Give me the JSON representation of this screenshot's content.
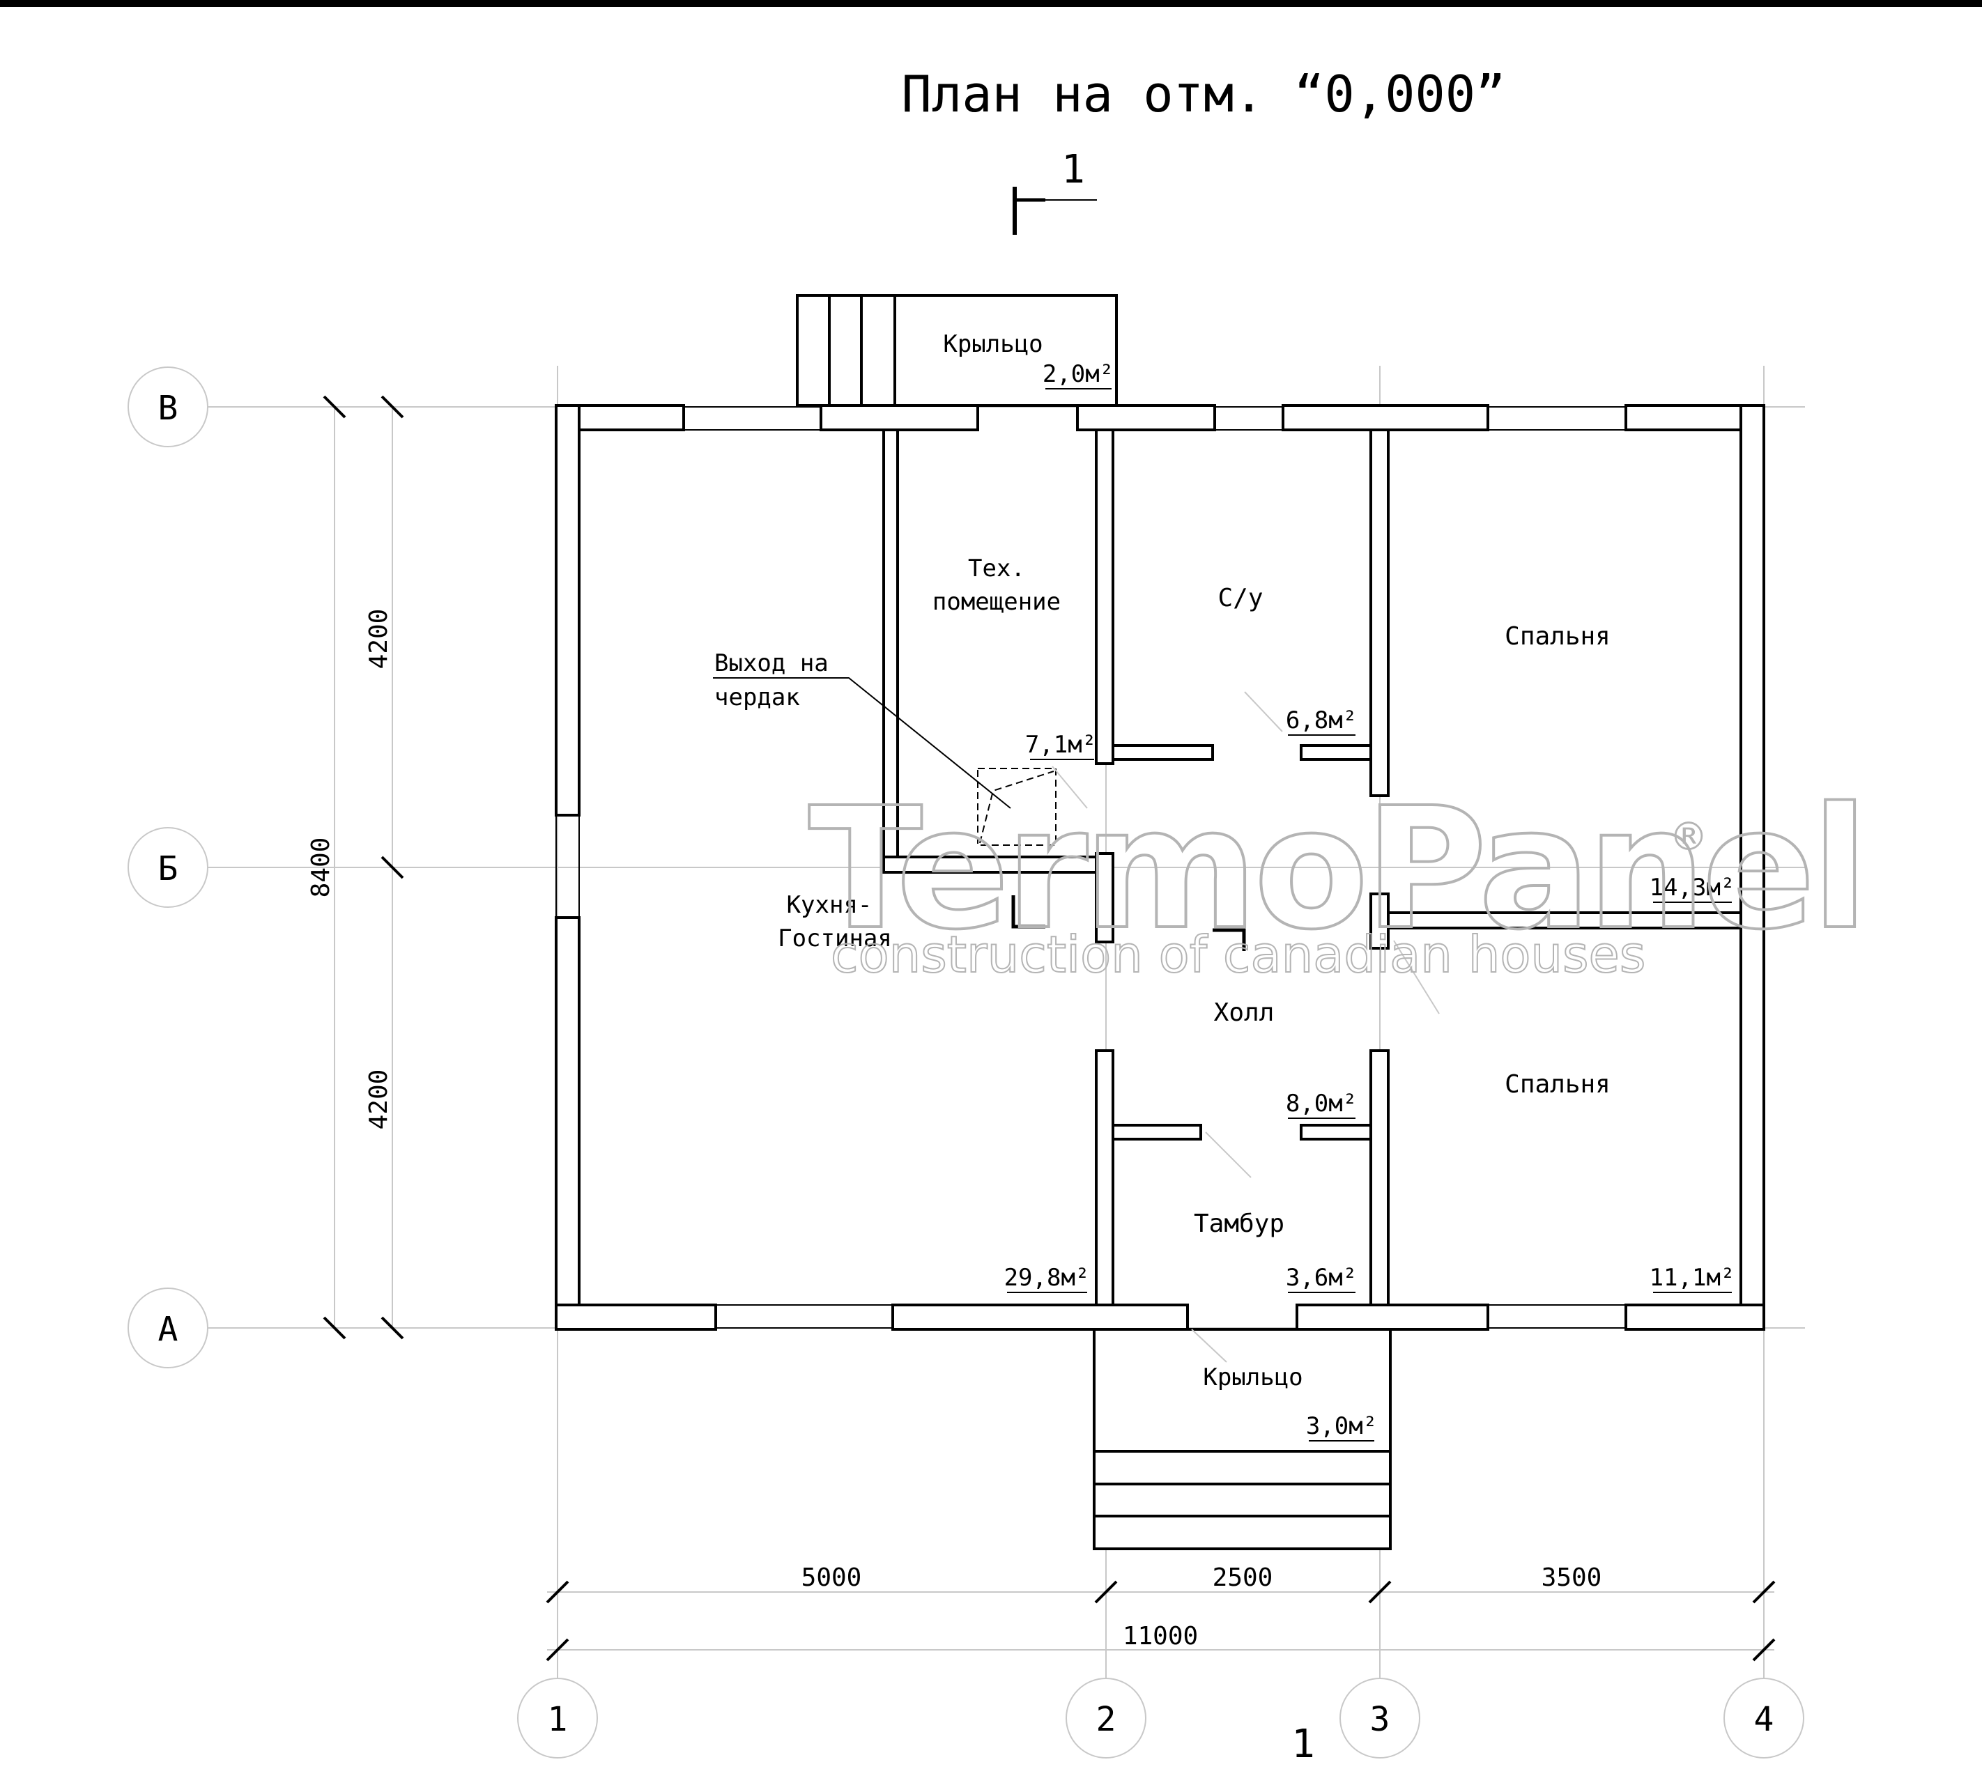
{
  "title": "План на отм. “0,000”",
  "section_mark": {
    "label": "1"
  },
  "axes": {
    "letters": [
      "В",
      "Б",
      "А"
    ],
    "numbers": [
      "1",
      "2",
      "3",
      "4"
    ]
  },
  "rooms": [
    {
      "name": "Крыльцо",
      "area": "2,0м²"
    },
    {
      "name": "Тех. помещение",
      "line1": "Тех.",
      "line2": "помещение",
      "area": "7,1м²"
    },
    {
      "name": "С/у",
      "area": "6,8м²"
    },
    {
      "name": "Спальня",
      "area": "14,3м²"
    },
    {
      "name": "Кухня-Гостиная",
      "line1": "Кухня-",
      "line2": "Гостиная",
      "area": "29,8м²"
    },
    {
      "name": "Холл",
      "area": "8,0м²"
    },
    {
      "name": "Спальня",
      "area": "11,1м²"
    },
    {
      "name": "Тамбур",
      "area": "3,6м²"
    },
    {
      "name": "Крыльцо",
      "area": "3,0м²"
    }
  ],
  "attic_exit": {
    "line1": "Выход на",
    "line2": "чердак"
  },
  "dimensions": {
    "vertical": [
      "4200",
      "4200",
      "8400"
    ],
    "horizontal": [
      "5000",
      "2500",
      "3500",
      "11000"
    ]
  },
  "watermark": {
    "brand": "TermoPanel",
    "registered": "®",
    "tagline": "construction of canadian houses"
  },
  "colors": {
    "line": "#000000",
    "grid": "#c8c8c8",
    "watermark": "#b4b4b4"
  }
}
